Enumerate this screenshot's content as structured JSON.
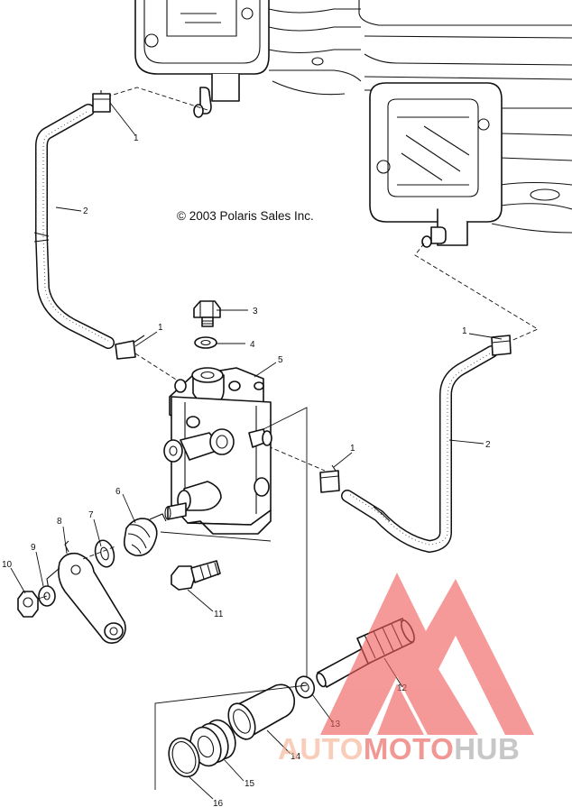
{
  "copyright": "© 2003 Polaris Sales Inc.",
  "callouts": [
    "1",
    "1",
    "1",
    "1",
    "2",
    "2",
    "3",
    "4",
    "5",
    "6",
    "7",
    "8",
    "9",
    "10",
    "11",
    "12",
    "13",
    "14",
    "15",
    "16"
  ],
  "watermark": {
    "part1": "AUTO",
    "part2": "MOTO",
    "part3": "HUB",
    "color1": "#f5b090",
    "color2": "#ea5a54",
    "color3": "#a5a5a5",
    "logo_color": "#ef5a5a"
  }
}
